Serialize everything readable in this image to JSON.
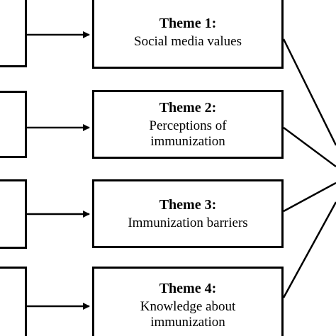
{
  "themes": [
    {
      "title": "Theme 1:",
      "label": "Social media values"
    },
    {
      "title": "Theme 2:",
      "label": "Perceptions of\nimmunization"
    },
    {
      "title": "Theme 3:",
      "label": "Immunization barriers"
    },
    {
      "title": "Theme 4:",
      "label": "Knowledge about\nimmunization"
    }
  ],
  "colors": {
    "stroke": "#000000",
    "background": "#ffffff"
  }
}
